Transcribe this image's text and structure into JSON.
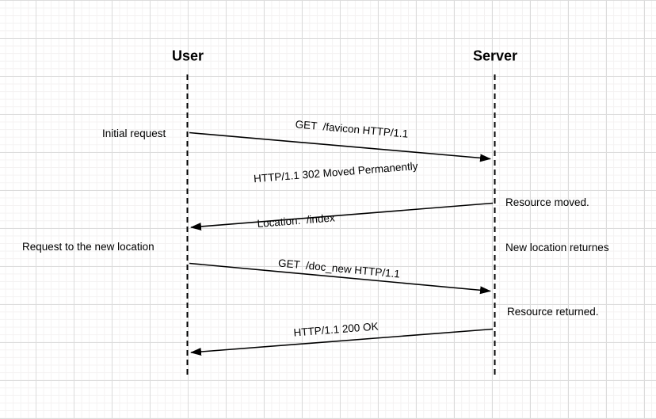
{
  "canvas": {
    "background": "#ffffff",
    "grid_minor_color": "#f4f2f2",
    "grid_major_color": "#dcdcdc",
    "stroke_color": "#000000",
    "text_color": "#000000"
  },
  "actors": [
    {
      "label": "User"
    },
    {
      "label": "Server"
    }
  ],
  "messages": [
    {
      "from": "User",
      "to": "Server",
      "text": "GET  /favicon HTTP/1.1"
    },
    {
      "from": "Server",
      "to": "User",
      "text": "HTTP/1.1 302 Moved Permanently",
      "text2": "Location:  /index"
    },
    {
      "from": "User",
      "to": "Server",
      "text": "GET  /doc_new HTTP/1.1"
    },
    {
      "from": "Server",
      "to": "User",
      "text": "HTTP/1.1 200 OK"
    }
  ],
  "notes": [
    {
      "side": "left",
      "text": "Initial request"
    },
    {
      "side": "right",
      "text": "Resource moved.",
      "text2": "New location returnes"
    },
    {
      "side": "left",
      "text": "Request to the new location"
    },
    {
      "side": "right",
      "text": "Resource returned."
    }
  ]
}
